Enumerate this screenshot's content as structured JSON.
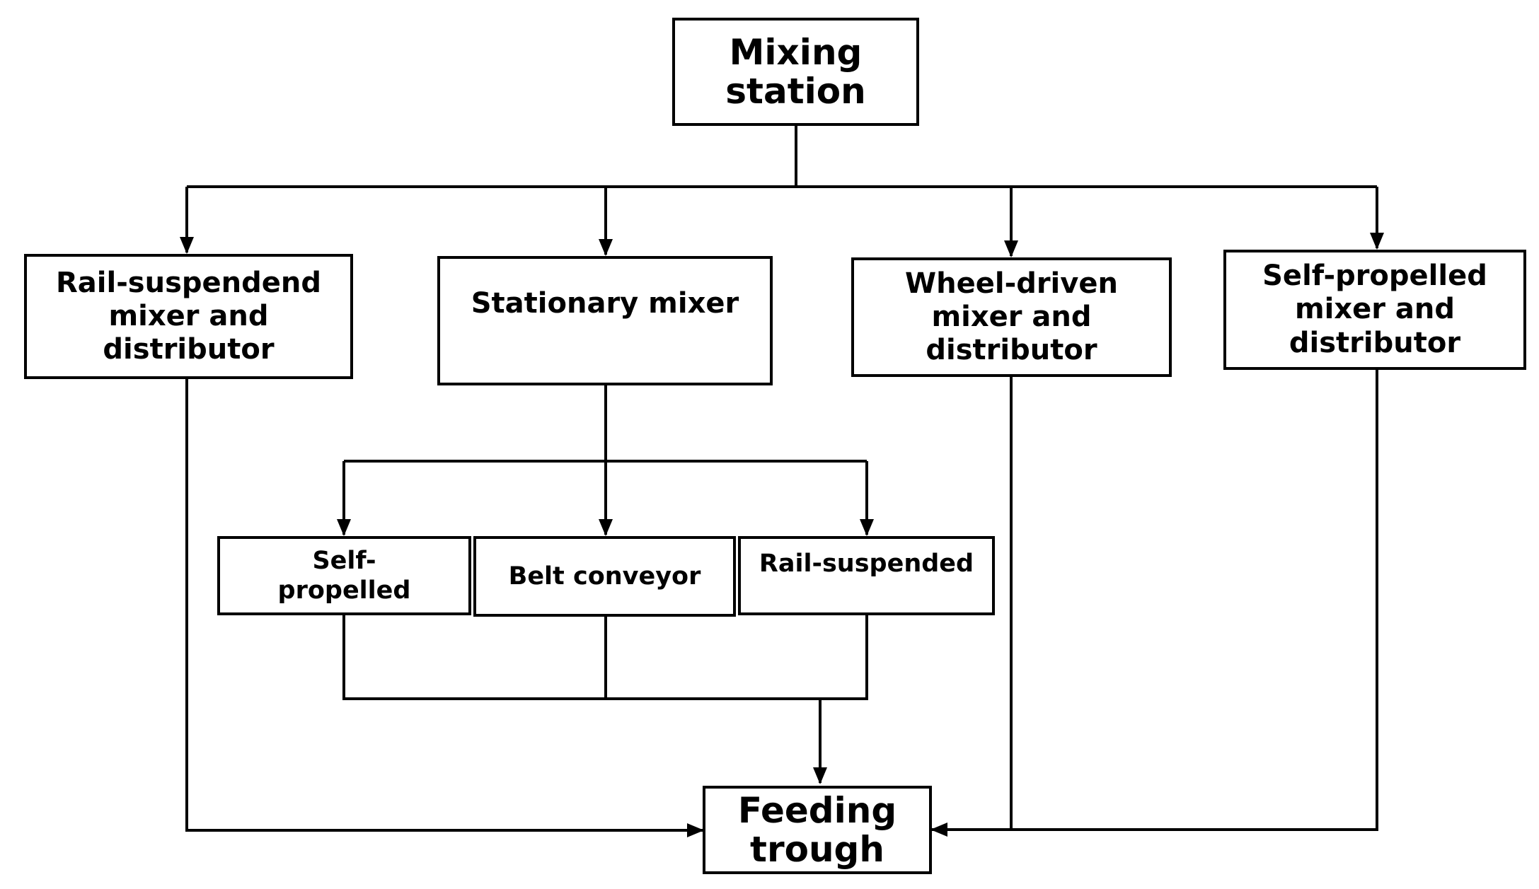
{
  "nodes": {
    "mixing_station": "Mixing\nstation",
    "rail_suspendend_mixer": "Rail-suspendend\nmixer and\ndistributor",
    "stationary_mixer": "Stationary mixer",
    "wheel_driven_mixer": "Wheel-driven\nmixer and\ndistributor",
    "self_propelled_mixer": "Self-propelled\nmixer and\ndistributor",
    "self_propelled": "Self-\npropelled",
    "belt_conveyor": "Belt conveyor",
    "rail_suspended": "Rail-suspended",
    "feeding_trough": "Feeding\ntrough"
  },
  "edges": [
    {
      "from": "mixing_station",
      "to": "rail_suspendend_mixer"
    },
    {
      "from": "mixing_station",
      "to": "stationary_mixer"
    },
    {
      "from": "mixing_station",
      "to": "wheel_driven_mixer"
    },
    {
      "from": "mixing_station",
      "to": "self_propelled_mixer"
    },
    {
      "from": "stationary_mixer",
      "to": "self_propelled"
    },
    {
      "from": "stationary_mixer",
      "to": "belt_conveyor"
    },
    {
      "from": "stationary_mixer",
      "to": "rail_suspended"
    },
    {
      "from": "self_propelled",
      "to": "feeding_trough"
    },
    {
      "from": "belt_conveyor",
      "to": "feeding_trough"
    },
    {
      "from": "rail_suspended",
      "to": "feeding_trough"
    },
    {
      "from": "rail_suspendend_mixer",
      "to": "feeding_trough"
    },
    {
      "from": "wheel_driven_mixer",
      "to": "feeding_trough"
    },
    {
      "from": "self_propelled_mixer",
      "to": "feeding_trough"
    }
  ],
  "colors": {
    "line": "#000000",
    "box_border": "#000000",
    "background": "#ffffff"
  }
}
